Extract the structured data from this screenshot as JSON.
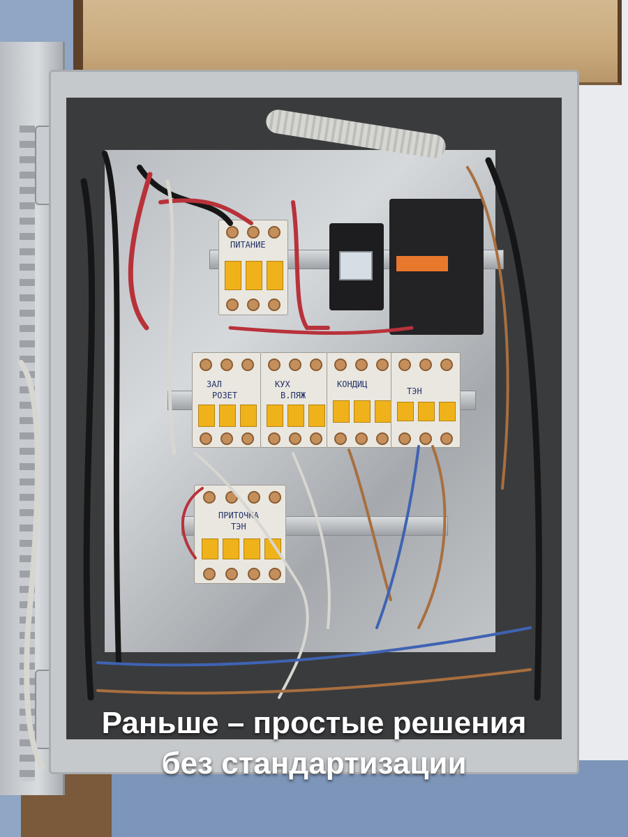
{
  "caption": {
    "line1": "Раньше – простые решения",
    "line2": "без стандартизации"
  },
  "breaker_labels": {
    "main": "ПИТАНИЕ",
    "hall": "ЗАЛ",
    "hall_sub": "РОЗЕТ",
    "kitchen": "КУХ",
    "kitchen_sub": "В.ПЯЖ",
    "conditioner": "КОНДИЦ",
    "heater": "ТЭН",
    "supply": "ПРИТОЧКА",
    "supply_sub": "ТЭН"
  },
  "colors": {
    "caption": "#ffffff",
    "breaker_lever": "#f0b21a",
    "contactor_accent": "#e8792c",
    "wire_red": "#b8323a",
    "wire_black": "#161616",
    "wire_white": "#d7d6d0",
    "wire_brown": "#a86f3f",
    "wire_blue": "#3f63b3"
  },
  "icons": [
    "electrical-panel-icon"
  ]
}
